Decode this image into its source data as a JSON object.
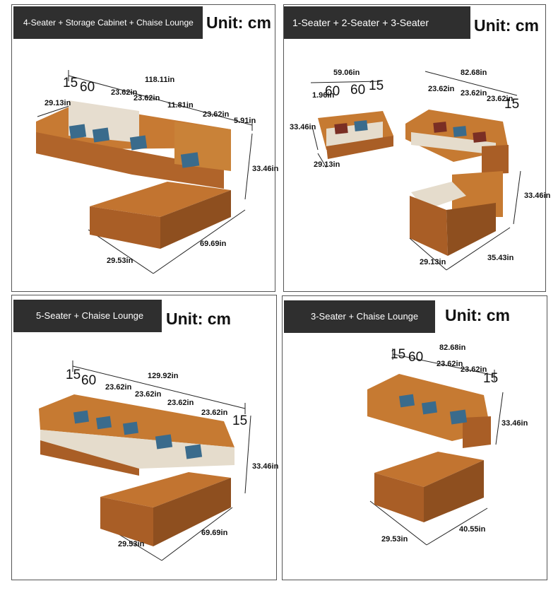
{
  "panels": [
    {
      "title": "4-Seater + Storage Cabinet + Chaise Lounge",
      "unit": "Unit: cm",
      "labels": [
        "118.11in",
        "29.13in",
        "23.62in",
        "23.62in",
        "11.81in",
        "23.62in",
        "5.91in",
        "33.46in",
        "29.53in",
        "69.69in"
      ],
      "big": [
        "15",
        "60"
      ]
    },
    {
      "title": "1-Seater + 2-Seater + 3-Seater",
      "unit": "Unit: cm",
      "labels": [
        "59.06in",
        "1.96in",
        "82.68in",
        "23.62in",
        "23.62in",
        "23.62in",
        "33.46in",
        "29.13in",
        "33.46in",
        "29.13in",
        "35.43in"
      ],
      "big": [
        "60",
        "60",
        "15",
        "15"
      ]
    },
    {
      "title": "5-Seater + Chaise Lounge",
      "unit": "Unit: cm",
      "labels": [
        "129.92in",
        "23.62in",
        "23.62in",
        "23.62in",
        "23.62in",
        "33.46in",
        "29.53in",
        "69.69in"
      ],
      "big": [
        "15",
        "60",
        "15"
      ]
    },
    {
      "title": "3-Seater + Chaise Lounge",
      "unit": "Unit: cm",
      "labels": [
        "82.68in",
        "23.62in",
        "23.62in",
        "33.46in",
        "29.53in",
        "40.55in"
      ],
      "big": [
        "15",
        "60",
        "15"
      ]
    }
  ]
}
